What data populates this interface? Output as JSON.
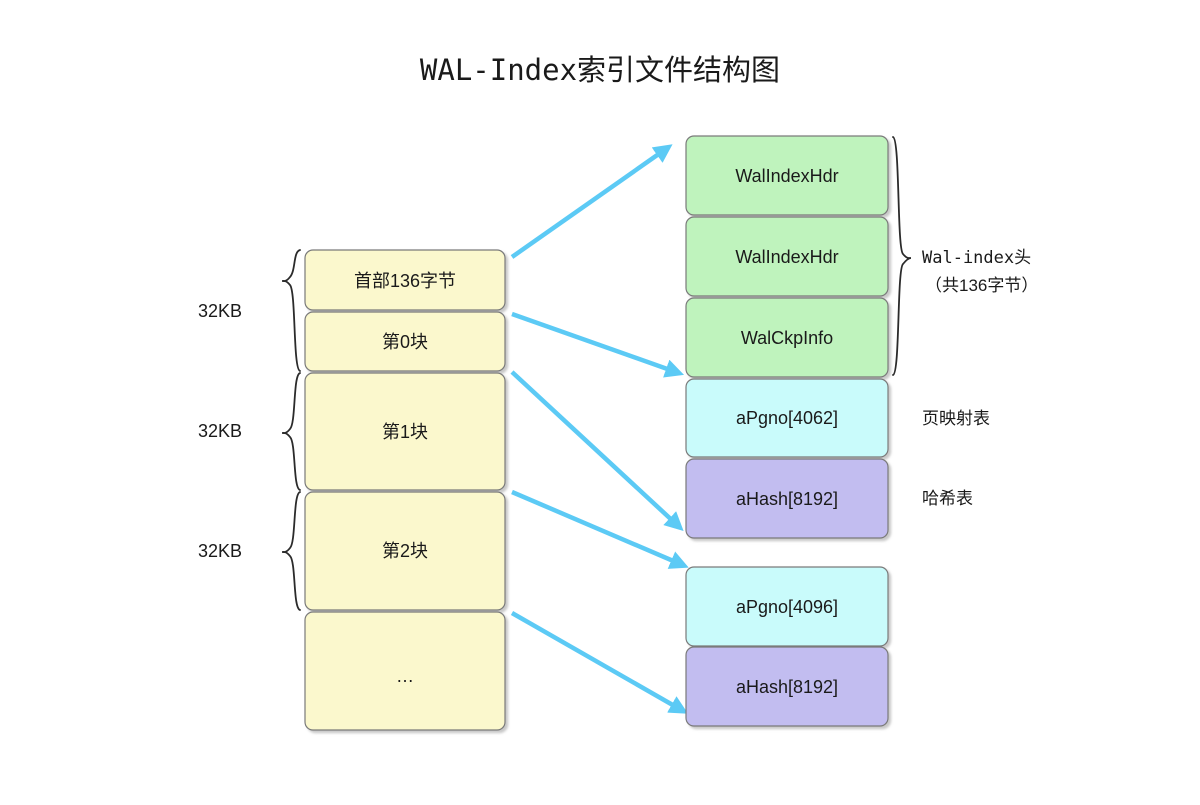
{
  "page": {
    "title": "WAL-Index索引文件结构图",
    "background_color": "#ffffff"
  },
  "colors": {
    "yellow_fill": "#fbf8cd",
    "green_fill": "#bff3bd",
    "cyan_fill": "#c9fbfb",
    "purple_fill": "#c2bdf0",
    "box_stroke": "#7a7a7a",
    "arrow": "#5ccaf5",
    "brace": "#2b2b2b",
    "text": "#1a1a1a"
  },
  "left_column": {
    "name": "wal-index-file-blocks",
    "blocks": [
      {
        "label": "首部136字节",
        "fill": "yellow"
      },
      {
        "label": "第0块",
        "fill": "yellow"
      },
      {
        "label": "第1块",
        "fill": "yellow"
      },
      {
        "label": "第2块",
        "fill": "yellow"
      },
      {
        "label": "…",
        "fill": "yellow"
      }
    ]
  },
  "size_brackets": [
    {
      "label": "32KB",
      "spans": "首部136字节 + 第0块"
    },
    {
      "label": "32KB",
      "spans": "第1块"
    },
    {
      "label": "32KB",
      "spans": "第2块"
    }
  ],
  "right_column": {
    "name": "wal-index-block-detail",
    "group_a": [
      {
        "label": "WalIndexHdr",
        "fill": "green"
      },
      {
        "label": "WalIndexHdr",
        "fill": "green"
      },
      {
        "label": "WalCkpInfo",
        "fill": "green"
      },
      {
        "label": "aPgno[4062]",
        "fill": "cyan"
      },
      {
        "label": "aHash[8192]",
        "fill": "purple"
      }
    ],
    "group_b": [
      {
        "label": "aPgno[4096]",
        "fill": "cyan"
      },
      {
        "label": "aHash[8192]",
        "fill": "purple"
      }
    ]
  },
  "annotations": [
    {
      "name": "wal-index-header-note",
      "line1": "Wal-index头",
      "line2": "（共136字节）"
    },
    {
      "name": "page-map-note",
      "line1": "页映射表",
      "line2": ""
    },
    {
      "name": "hash-table-note",
      "line1": "哈希表",
      "line2": ""
    }
  ]
}
